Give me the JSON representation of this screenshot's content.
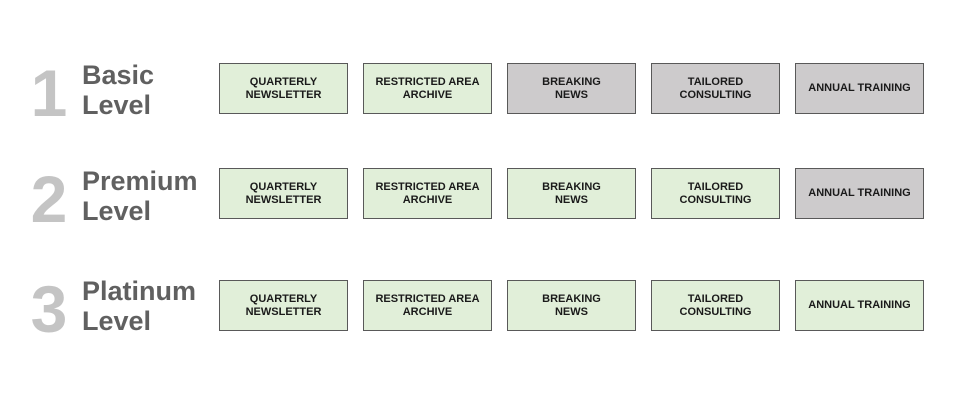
{
  "colors": {
    "included_fill": "#e1efd9",
    "excluded_fill": "#cdcbcc",
    "box_border": "#595959",
    "tier_number": "#c4c4c4",
    "tier_name": "#606060"
  },
  "tiers": [
    {
      "number": "1",
      "name_line1": "Basic",
      "name_line2": "Level",
      "features": [
        {
          "label": "QUARTERLY\nNEWSLETTER",
          "included": true
        },
        {
          "label": "RESTRICTED AREA\nARCHIVE",
          "included": true
        },
        {
          "label": "BREAKING\nNEWS",
          "included": false
        },
        {
          "label": "TAILORED\nCONSULTING",
          "included": false
        },
        {
          "label": "ANNUAL TRAINING",
          "included": false
        }
      ]
    },
    {
      "number": "2",
      "name_line1": "Premium",
      "name_line2": "Level",
      "features": [
        {
          "label": "QUARTERLY\nNEWSLETTER",
          "included": true
        },
        {
          "label": "RESTRICTED AREA\nARCHIVE",
          "included": true
        },
        {
          "label": "BREAKING\nNEWS",
          "included": true
        },
        {
          "label": "TAILORED\nCONSULTING",
          "included": true
        },
        {
          "label": "ANNUAL TRAINING",
          "included": false
        }
      ]
    },
    {
      "number": "3",
      "name_line1": "Platinum",
      "name_line2": "Level",
      "features": [
        {
          "label": "QUARTERLY\nNEWSLETTER",
          "included": true
        },
        {
          "label": "RESTRICTED AREA\nARCHIVE",
          "included": true
        },
        {
          "label": "BREAKING\nNEWS",
          "included": true
        },
        {
          "label": "TAILORED\nCONSULTING",
          "included": true
        },
        {
          "label": "ANNUAL TRAINING",
          "included": true
        }
      ]
    }
  ]
}
